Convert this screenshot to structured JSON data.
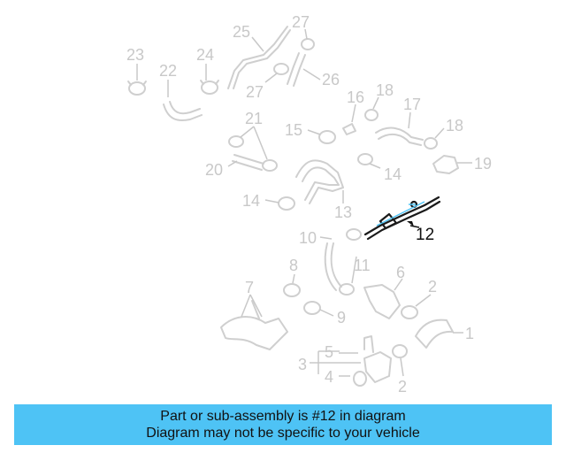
{
  "callouts": {
    "c2a": "2",
    "c2b": "2",
    "c1": "1",
    "c3": "3",
    "c4": "4",
    "c5": "5",
    "c6": "6",
    "c7": "7",
    "c8": "8",
    "c9": "9",
    "c10": "10",
    "c11": "11",
    "c12": "12",
    "c13": "13",
    "c14a": "14",
    "c14b": "14",
    "c15": "15",
    "c16": "16",
    "c17": "17",
    "c18a": "18",
    "c18b": "18",
    "c19": "19",
    "c20": "20",
    "c21": "21",
    "c22": "22",
    "c23": "23",
    "c24": "24",
    "c25": "25",
    "c26": "26",
    "c27a": "27",
    "c27b": "27"
  },
  "banner": {
    "line1": "Part or sub-assembly is #12 in diagram",
    "line2": "Diagram may not be specific to your vehicle"
  },
  "colors": {
    "banner_bg": "#4ec3f5",
    "highlight_part": "#1a1a1a",
    "faded_parts": "#cfcfcf"
  }
}
